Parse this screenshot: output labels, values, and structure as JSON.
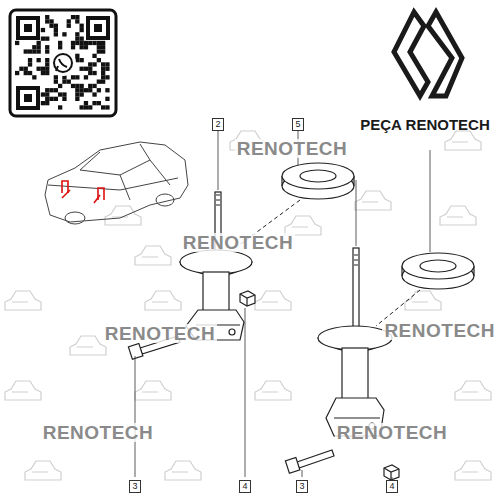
{
  "diagram": {
    "labels": [
      "PEÇA RENOTECH",
      "2",
      "5",
      "3",
      "4",
      "3",
      "4",
      "RENOTECH",
      "RENOTECH",
      "RENOTECH",
      "RENOTECH",
      "RENOTECH",
      "RENOTECH"
    ]
  }
}
